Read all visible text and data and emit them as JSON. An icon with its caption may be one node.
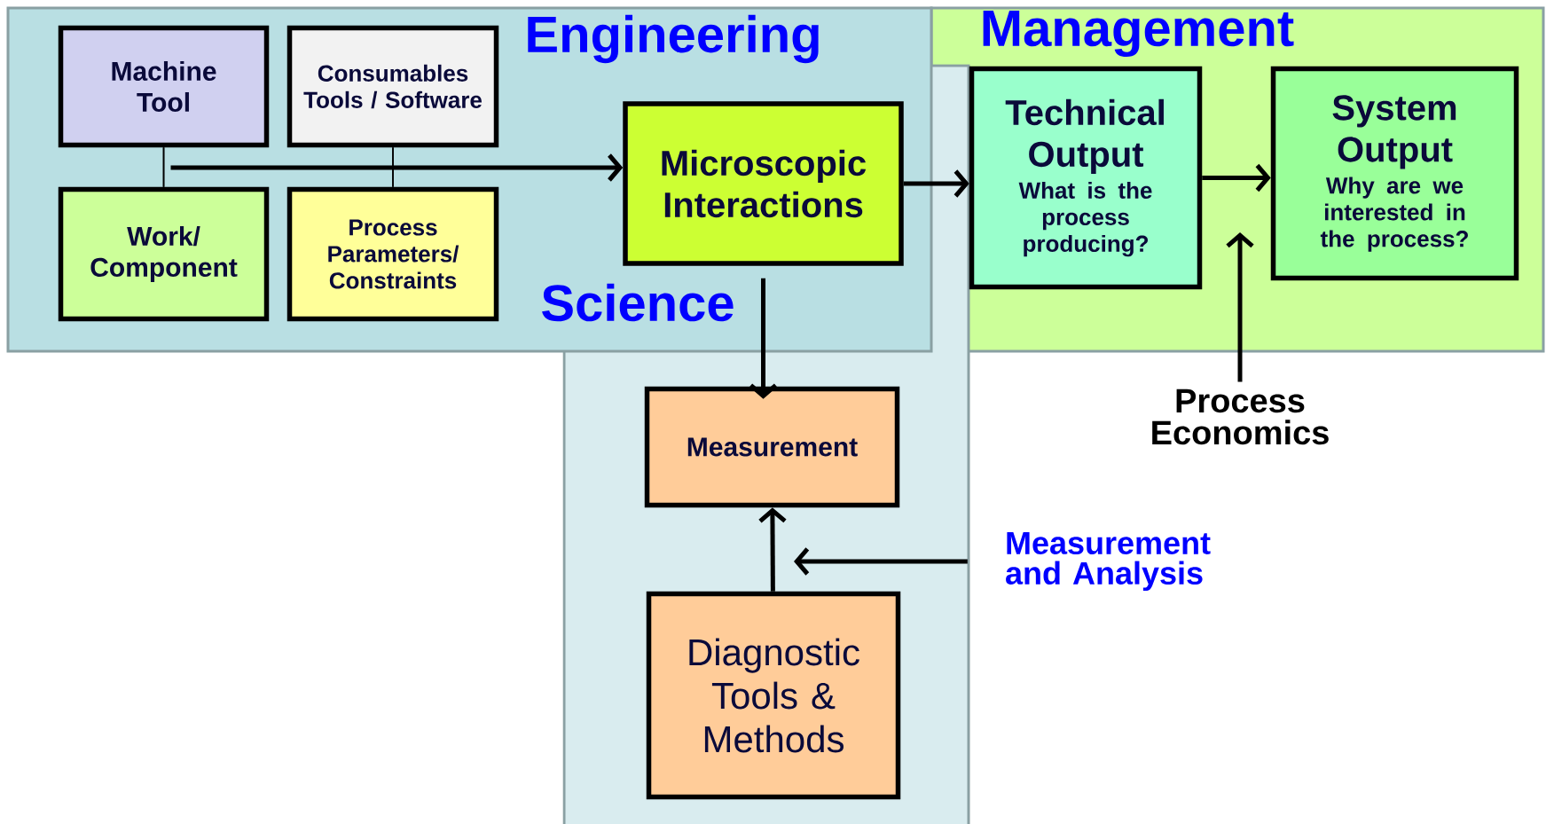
{
  "diagram": {
    "nodes": [
      {
        "text": [
          "Engineering"
        ]
      },
      {
        "text": [
          "Machine Tool"
        ],
        "in": 0
      },
      {
        "text": [
          "Consumables Tools / Software"
        ],
        "in": 0
      },
      {
        "text": [
          "Work/ Component"
        ],
        "in": 0
      },
      {
        "text": [
          "Process Parameters/ Constraints"
        ],
        "in": 0
      },
      {
        "text": [
          "Microscopic Interactions"
        ]
      },
      {
        "text": [
          "Science"
        ]
      },
      {
        "text": [
          "Measurement"
        ],
        "in": 6
      },
      {
        "text": [
          "Diagnostic Tools & Methods"
        ],
        "in": 6
      },
      {
        "text": [
          "Management"
        ]
      },
      {
        "text": [
          "Technical Output",
          "What is the process producing?"
        ],
        "in": 9
      },
      {
        "text": [
          "System Output",
          "Why are we interested in the process?"
        ],
        "in": 9
      },
      {
        "text": [
          "Process Economics"
        ]
      },
      {
        "text": [
          "Measurement and Analysis"
        ]
      }
    ],
    "edges": [
      {
        "from": 1,
        "to": 3,
        "arrow": "none"
      },
      {
        "from": 2,
        "to": 4,
        "arrow": "none"
      },
      {
        "from": 1,
        "to": 5,
        "arrow": "to"
      },
      {
        "from": 3,
        "to": 5,
        "arrow": "to"
      },
      {
        "from": 2,
        "to": 5,
        "arrow": "to"
      },
      {
        "from": 4,
        "to": 5,
        "arrow": "to"
      },
      {
        "from": 5,
        "to": 10,
        "arrow": "to"
      },
      {
        "from": 10,
        "to": 11,
        "arrow": "to"
      },
      {
        "from": 5,
        "to": 7,
        "arrow": "to"
      },
      {
        "from": 8,
        "to": 7,
        "arrow": "to"
      },
      {
        "from": 12,
        "to": null,
        "arrow": "to"
      },
      {
        "from": 13,
        "to": null,
        "arrow": "to"
      }
    ]
  }
}
